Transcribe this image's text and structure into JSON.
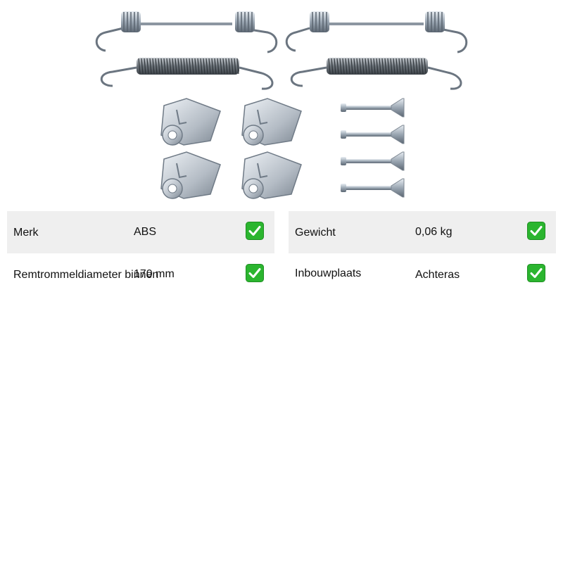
{
  "product": {
    "image_alt": "Toebehoren remschoenen set: veren, houders en pennen"
  },
  "specs_left": [
    {
      "label": "Merk",
      "value": "ABS",
      "icon": "check-icon"
    },
    {
      "label": "Remtrommeldiameter binnen",
      "value": "170 mm",
      "icon": "check-icon"
    }
  ],
  "specs_right": [
    {
      "label": "Gewicht",
      "value": "0,06 kg",
      "icon": "check-icon"
    },
    {
      "label": "Inbouwplaats",
      "value": "Achteras",
      "icon": "check-icon"
    }
  ],
  "colors": {
    "row_shade": "#efefef",
    "check_green": "#2bb52f"
  }
}
